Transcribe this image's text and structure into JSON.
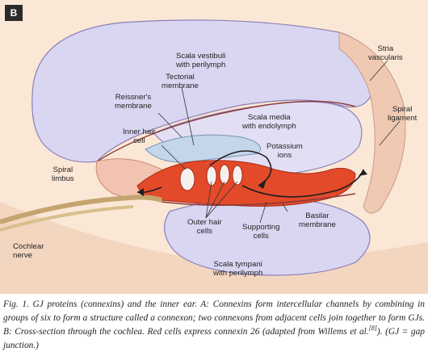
{
  "figure": {
    "panel_letter": "B",
    "labels": {
      "scala_vestibuli": [
        "Scala vestibuli",
        "with perilymph"
      ],
      "stria_vascularis": [
        "Stria",
        "vascularis"
      ],
      "tectorial_membrane": [
        "Tectorial",
        "membrane"
      ],
      "reissners_membrane": [
        "Reissner's",
        "membrane"
      ],
      "scala_media": [
        "Scala media",
        "with endolymph"
      ],
      "spiral_ligament": [
        "Spiral",
        "ligament"
      ],
      "inner_hair_cell": [
        "Inner hair",
        "cell"
      ],
      "potassium_ions": [
        "Potassium",
        "ions"
      ],
      "spiral_limbus": [
        "Spiral",
        "limbus"
      ],
      "supporting_cells": [
        "Supporting",
        "cells"
      ],
      "basilar_membrane": [
        "Basilar",
        "membrane"
      ],
      "cochlear_nerve": [
        "Cochlear",
        "nerve"
      ],
      "outer_hair_cells": [
        "Outer hair",
        "cells"
      ],
      "scala_tympani": [
        "Scala tympani",
        "with perilymph"
      ]
    },
    "colors": {
      "background": "#fbe7d6",
      "fluid": "#d9d6f2",
      "connexin_cells": "#e24a2a",
      "tectorial": "#c3d6ea"
    }
  },
  "caption": {
    "text": "Fig. 1. GJ proteins (connexins) and the inner ear. A: Connexins form intercellular channels by combining in groups of six to form a structure called a connexon; two connexons from adjacent cells join together to form GJs. B: Cross-section through the cochlea. Red cells express connexin 26 (adapted from Willems et al.",
    "reference": "[8]",
    "tail": "). (GJ = gap junction.)"
  }
}
